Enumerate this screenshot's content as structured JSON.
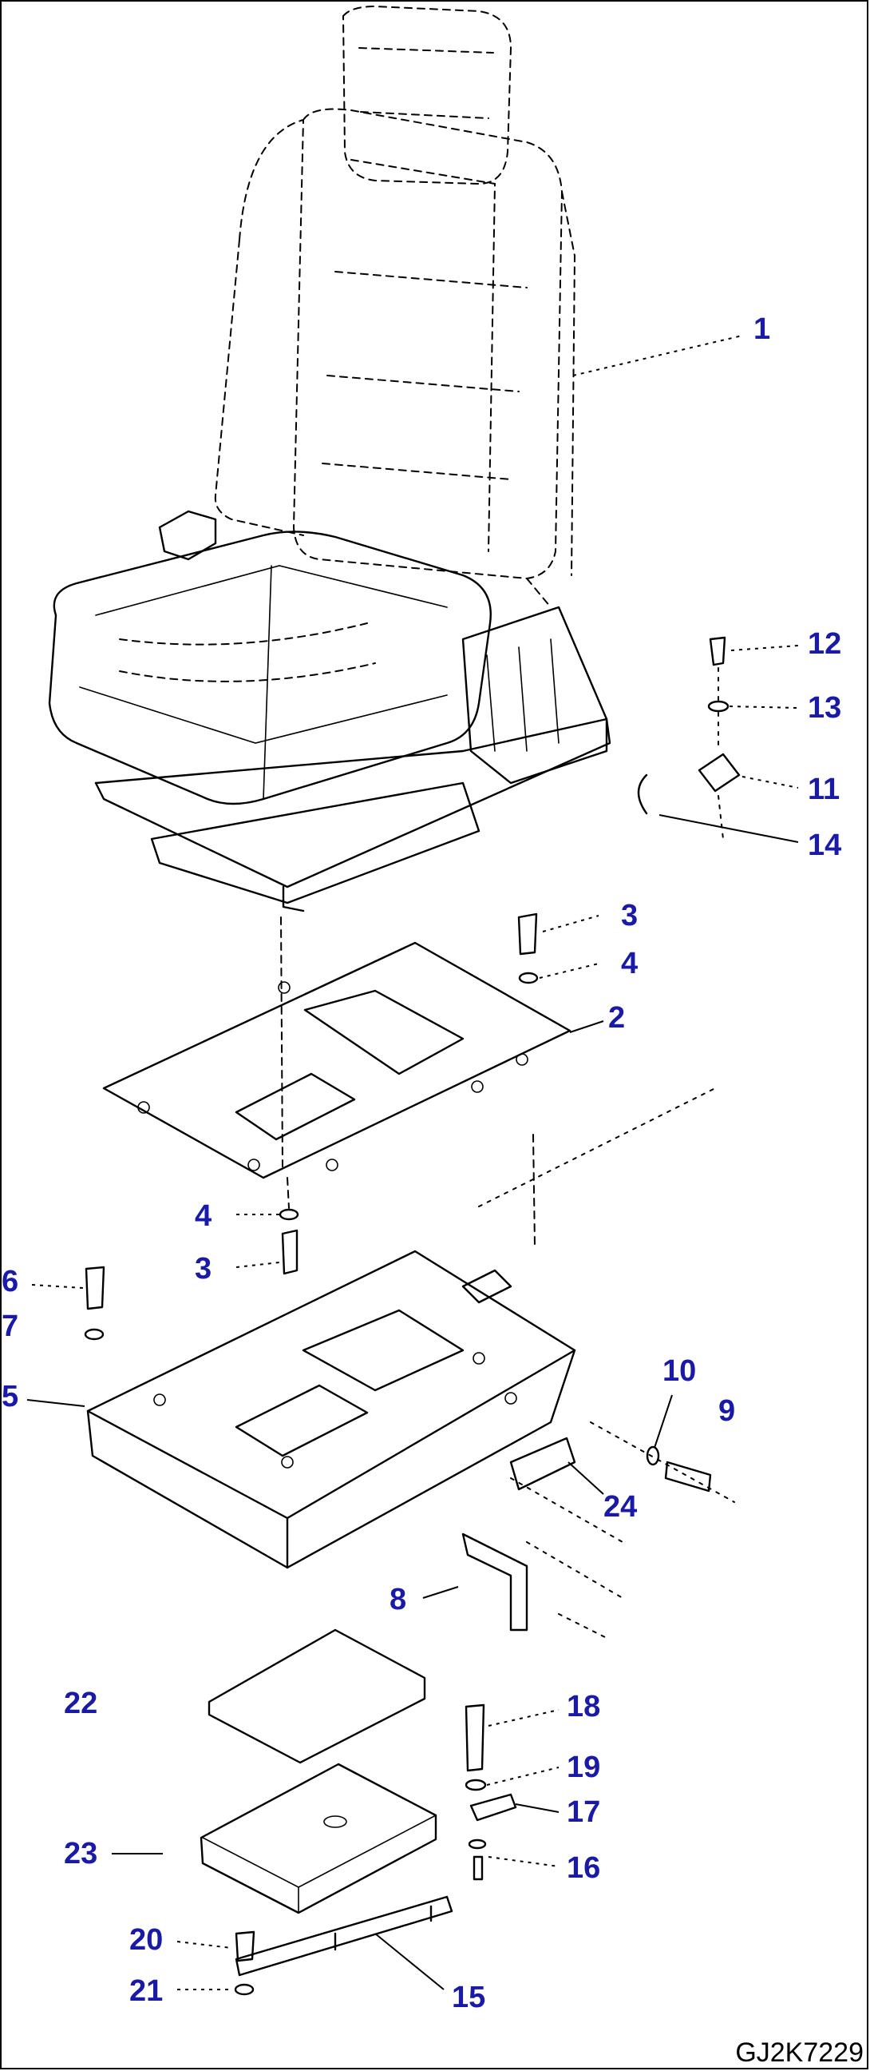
{
  "drawing": {
    "id": "GJ2K7229"
  },
  "callouts": [
    {
      "number": "1"
    },
    {
      "number": "2"
    },
    {
      "number": "3"
    },
    {
      "number": "3"
    },
    {
      "number": "4"
    },
    {
      "number": "4"
    },
    {
      "number": "5"
    },
    {
      "number": "6"
    },
    {
      "number": "7"
    },
    {
      "number": "8"
    },
    {
      "number": "9"
    },
    {
      "number": "10"
    },
    {
      "number": "11"
    },
    {
      "number": "12"
    },
    {
      "number": "13"
    },
    {
      "number": "14"
    },
    {
      "number": "15"
    },
    {
      "number": "16"
    },
    {
      "number": "17"
    },
    {
      "number": "18"
    },
    {
      "number": "19"
    },
    {
      "number": "20"
    },
    {
      "number": "21"
    },
    {
      "number": "22"
    },
    {
      "number": "23"
    },
    {
      "number": "24"
    }
  ],
  "colors": {
    "callout_text": "#1a1aa8",
    "linework": "#000000",
    "background": "#ffffff"
  }
}
